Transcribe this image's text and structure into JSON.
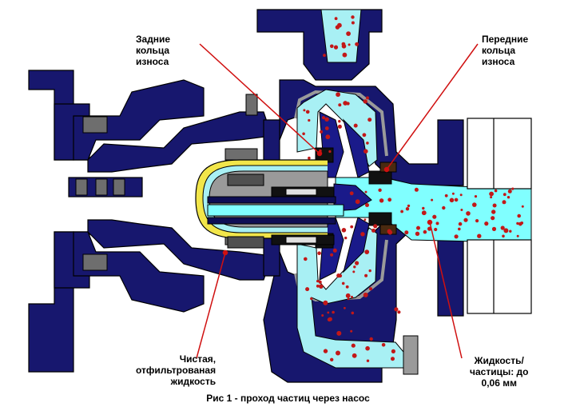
{
  "labels": {
    "rear_wear_rings": "Задние\nкольца\nизноса",
    "front_wear_rings": "Передние\nкольца\nизноса",
    "clean_fluid": "Чистая,\nотфильтрованая\nжидкость",
    "liquid_particles": "Жидкость/\nчастицы: до\n0,06 мм"
  },
  "caption": "Рис 1 - проход частиц через насос",
  "colors": {
    "housing": "#17176e",
    "housing_dark": "#0e0e55",
    "fluid": "#a8f0f4",
    "fluid_bright": "#80ffff",
    "grey": "#9a9a9a",
    "dark_grey": "#505050",
    "impeller": "#1a1a8a",
    "yellow": "#f2e64a",
    "particle": "#c21818",
    "leader": "#d01010"
  }
}
